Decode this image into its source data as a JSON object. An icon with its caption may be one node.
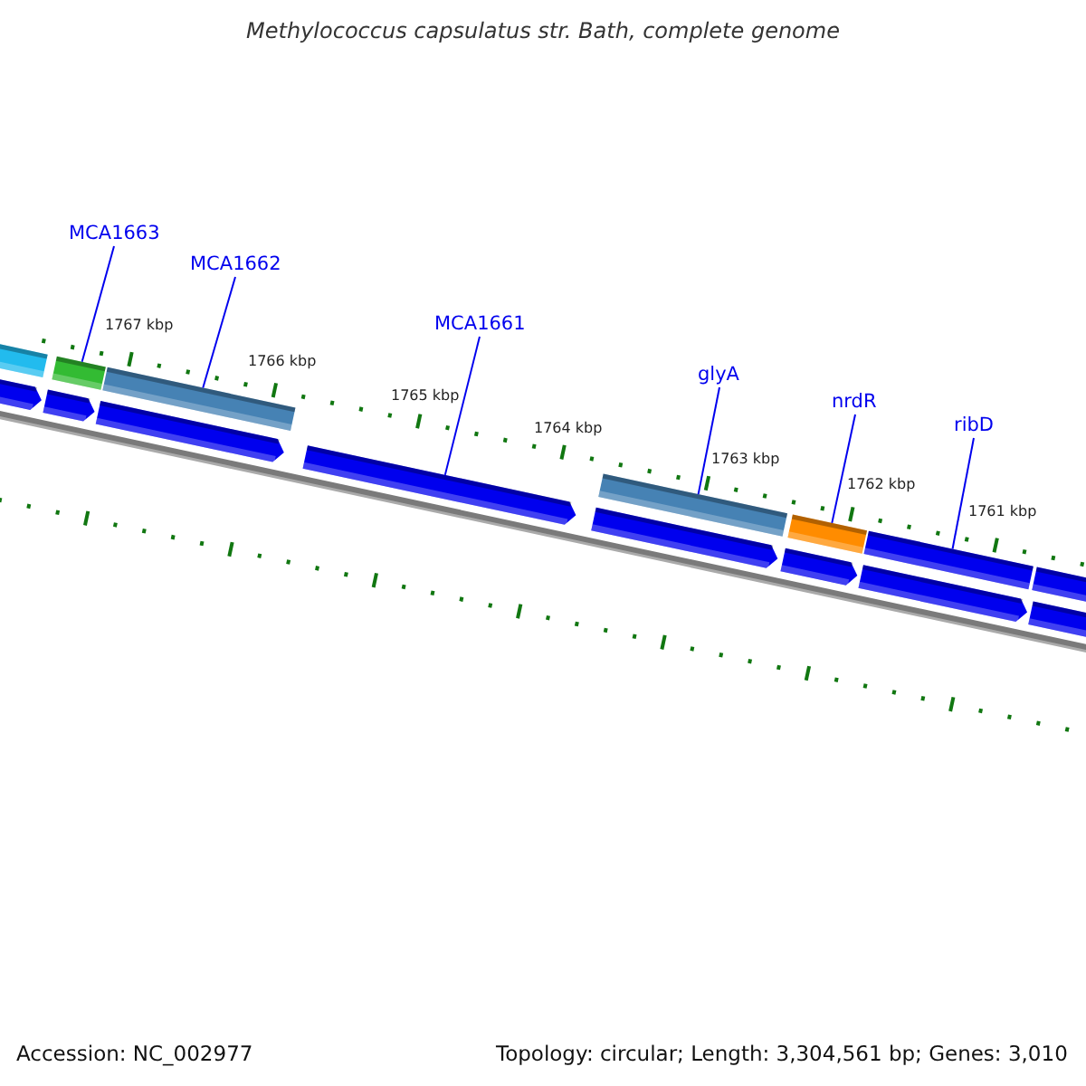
{
  "diagram": {
    "title": "Methylococcus capsulatus str. Bath, complete genome",
    "nodes": [
      {
        "text": [
          "MCA1663"
        ]
      },
      {
        "text": [
          "MCA1662"
        ]
      },
      {
        "text": [
          "MCA1661"
        ]
      },
      {
        "text": [
          "glyA"
        ]
      },
      {
        "text": [
          "nrdR"
        ]
      },
      {
        "text": [
          "ribD"
        ]
      },
      {
        "text": [],
        "shape": "bar"
      },
      {
        "text": [],
        "shape": "bar"
      },
      {
        "text": [],
        "shape": "bar"
      },
      {
        "text": [],
        "shape": "bar"
      },
      {
        "text": [],
        "shape": "bar"
      },
      {
        "text": [],
        "shape": "bar"
      }
    ],
    "edges": [
      {
        "from": 0,
        "to": 6,
        "arrow": "none"
      },
      {
        "from": 1,
        "to": 7,
        "arrow": "none"
      },
      {
        "from": 2,
        "to": 8,
        "arrow": "none"
      },
      {
        "from": 3,
        "to": 9,
        "arrow": "none"
      },
      {
        "from": 4,
        "to": 10,
        "arrow": "none"
      },
      {
        "from": 5,
        "to": 11,
        "arrow": "none"
      }
    ],
    "labels": [
      "1767 kbp",
      "1766 kbp",
      "1765 kbp",
      "1764 kbp",
      "1763 kbp",
      "1762 kbp",
      "1761 kbp",
      "Accession: NC_002977",
      "Topology: circular; Length: 3,304,561 bp; Genes: 3,010"
    ]
  }
}
